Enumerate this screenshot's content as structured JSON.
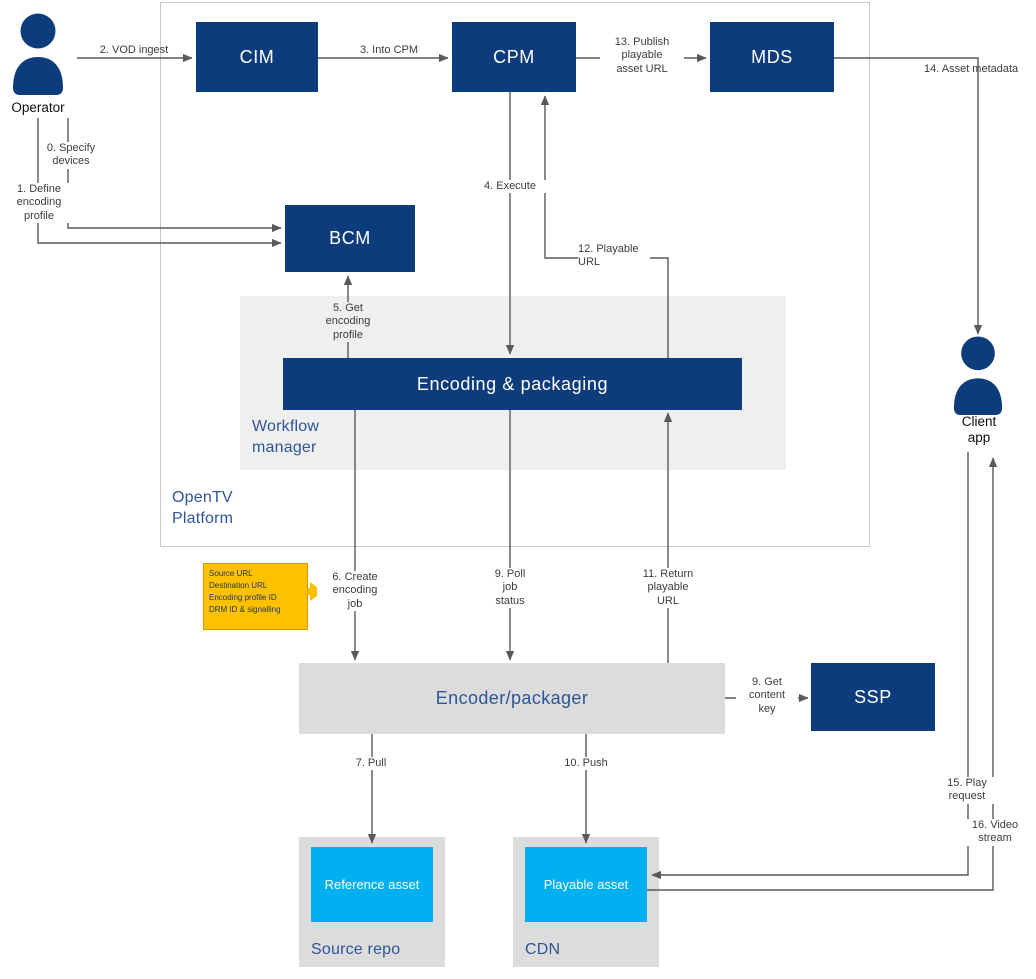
{
  "colors": {
    "navy": "#0d3c7c",
    "cyan": "#00b0f0",
    "panel_gray": "#dcdcdc",
    "workflow_gray": "#efefef",
    "arrow_gray": "#595959",
    "note_yellow": "#ffc000",
    "blue_text": "#2d5699"
  },
  "nodes": {
    "operator": "Operator",
    "cim": "CIM",
    "cpm": "CPM",
    "mds": "MDS",
    "bcm": "BCM",
    "encoding_packaging": "Encoding & packaging",
    "workflow_manager": "Workflow\nmanager",
    "opentv_platform": "OpenTV\nPlatform",
    "encoder_packager": "Encoder/packager",
    "ssp": "SSP",
    "reference_asset": "Reference asset",
    "source_repo": "Source repo",
    "playable_asset": "Playable asset",
    "cdn": "CDN",
    "client_app": "Client\napp"
  },
  "note": {
    "lines": [
      "Source URL",
      "Destination URL",
      "Encoding profile ID",
      "DRM ID & signalling"
    ]
  },
  "edges": {
    "specify_devices": "0. Specify\ndevices",
    "define_profile": "1. Define\nencoding\nprofile",
    "vod_ingest": "2. VOD ingest",
    "into_cpm": "3. Into CPM",
    "execute": "4. Execute",
    "get_profile": "5. Get\nencoding\nprofile",
    "create_job": "6. Create\nencoding\njob",
    "pull": "7. Pull",
    "poll_status": "9. Poll\njob\nstatus",
    "get_key": "9. Get\ncontent\nkey",
    "push": "10. Push",
    "return_url": "11. Return\nplayable\nURL",
    "playable_url": "12. Playable\nURL",
    "publish_url": "13. Publish\nplayable\nasset URL",
    "asset_metadata": "14. Asset metadata",
    "play_request": "15. Play\nrequest",
    "video_stream": "16. Video\nstream"
  }
}
